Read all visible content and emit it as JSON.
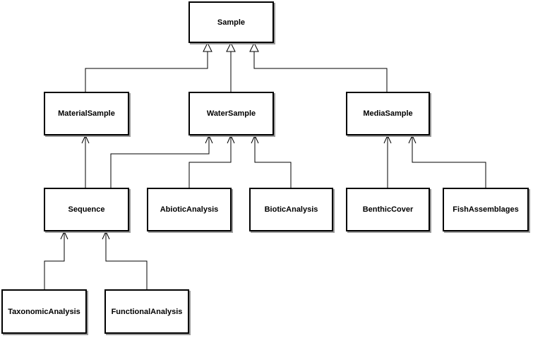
{
  "classes": {
    "sample": "Sample",
    "material_sample": "MaterialSample",
    "water_sample": "WaterSample",
    "media_sample": "MediaSample",
    "sequence": "Sequence",
    "abiotic_analysis": "AbioticAnalysis",
    "biotic_analysis": "BioticAnalysis",
    "benthic_cover": "BenthicCover",
    "fish_assemblages": "FishAssemblages",
    "taxonomic_analysis": "TaxonomicAnalysis",
    "functional_analysis": "FunctionalAnalysis"
  },
  "relations": [
    {
      "from": "MaterialSample",
      "to": "Sample",
      "kind": "generalization"
    },
    {
      "from": "WaterSample",
      "to": "Sample",
      "kind": "generalization"
    },
    {
      "from": "MediaSample",
      "to": "Sample",
      "kind": "generalization"
    },
    {
      "from": "Sequence",
      "to": "MaterialSample",
      "kind": "association"
    },
    {
      "from": "Sequence",
      "to": "WaterSample",
      "kind": "association"
    },
    {
      "from": "AbioticAnalysis",
      "to": "WaterSample",
      "kind": "association"
    },
    {
      "from": "BioticAnalysis",
      "to": "WaterSample",
      "kind": "association"
    },
    {
      "from": "BenthicCover",
      "to": "MediaSample",
      "kind": "association"
    },
    {
      "from": "FishAssemblages",
      "to": "MediaSample",
      "kind": "association"
    },
    {
      "from": "TaxonomicAnalysis",
      "to": "Sequence",
      "kind": "association"
    },
    {
      "from": "FunctionalAnalysis",
      "to": "Sequence",
      "kind": "association"
    }
  ]
}
